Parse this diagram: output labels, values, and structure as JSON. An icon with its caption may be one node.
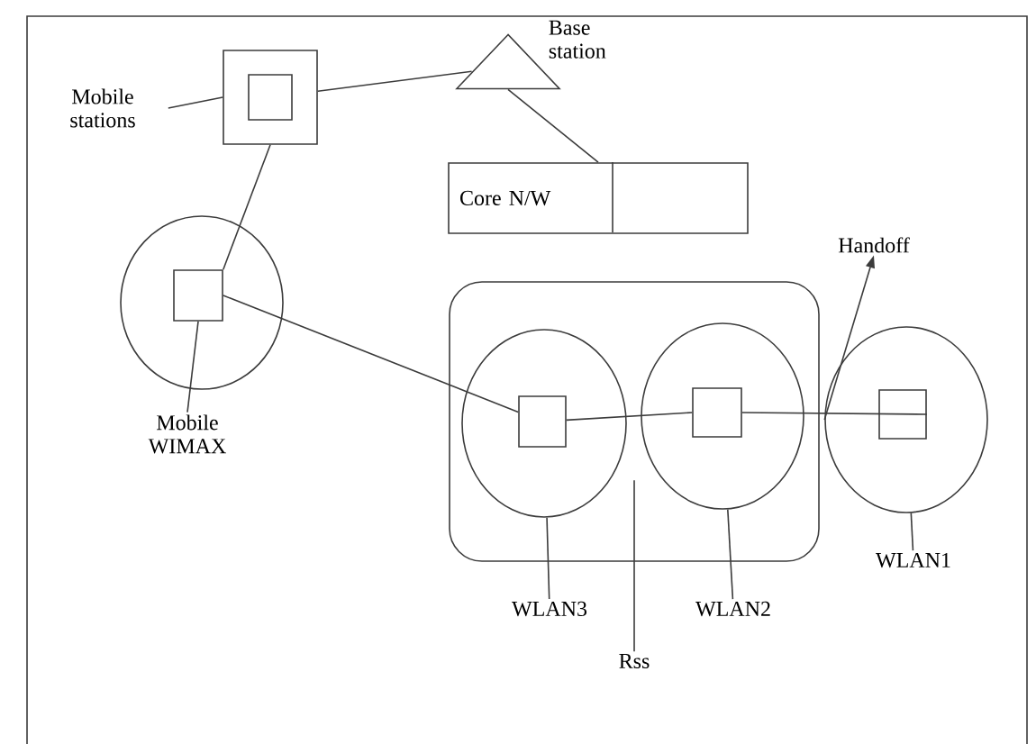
{
  "diagram": {
    "nodes": [
      {
        "text": [
          "Mobile stations"
        ]
      },
      {
        "text": [],
        "shape": "box"
      },
      {
        "text": [],
        "shape": "triangle",
        "beside": [
          "Base station"
        ]
      },
      {
        "text": [
          "Core N/W"
        ]
      },
      {
        "text": [],
        "shape": "circle"
      },
      {
        "text": [],
        "shape": "box",
        "in": 4
      },
      {
        "text": [
          "Mobile WIMAX"
        ]
      },
      {
        "text": [],
        "shape": "box"
      },
      {
        "text": [],
        "shape": "circle",
        "in": 7
      },
      {
        "text": [],
        "shape": "box",
        "in": 8
      },
      {
        "text": [],
        "shape": "circle",
        "in": 7
      },
      {
        "text": [],
        "shape": "box",
        "in": 10
      },
      {
        "text": [],
        "shape": "circle"
      },
      {
        "text": [],
        "shape": "box",
        "in": 12
      },
      {
        "text": [
          "WLAN3"
        ]
      },
      {
        "text": [
          "WLAN2"
        ]
      },
      {
        "text": [
          "WLAN1"
        ]
      },
      {
        "text": [
          "Rss"
        ]
      },
      {
        "text": [
          "Handoff"
        ]
      }
    ],
    "edges": [
      {
        "from": 0,
        "to": 1,
        "arrow": "none"
      },
      {
        "from": 1,
        "to": 2,
        "arrow": "none"
      },
      {
        "from": 2,
        "to": 3,
        "arrow": "none"
      },
      {
        "from": 1,
        "to": 5,
        "arrow": "none"
      },
      {
        "from": 6,
        "to": 5,
        "arrow": "none"
      },
      {
        "from": 5,
        "to": 9,
        "arrow": "none"
      },
      {
        "from": 9,
        "to": 11,
        "arrow": "none"
      },
      {
        "from": 11,
        "to": 13,
        "arrow": "none"
      },
      {
        "from": 14,
        "to": 8,
        "arrow": "none"
      },
      {
        "from": 15,
        "to": 10,
        "arrow": "none"
      },
      {
        "from": 16,
        "to": 12,
        "arrow": "none"
      },
      {
        "from": 17,
        "to": null,
        "arrow": "none"
      },
      {
        "from": 12,
        "to": 18,
        "arrow": "to"
      }
    ]
  }
}
